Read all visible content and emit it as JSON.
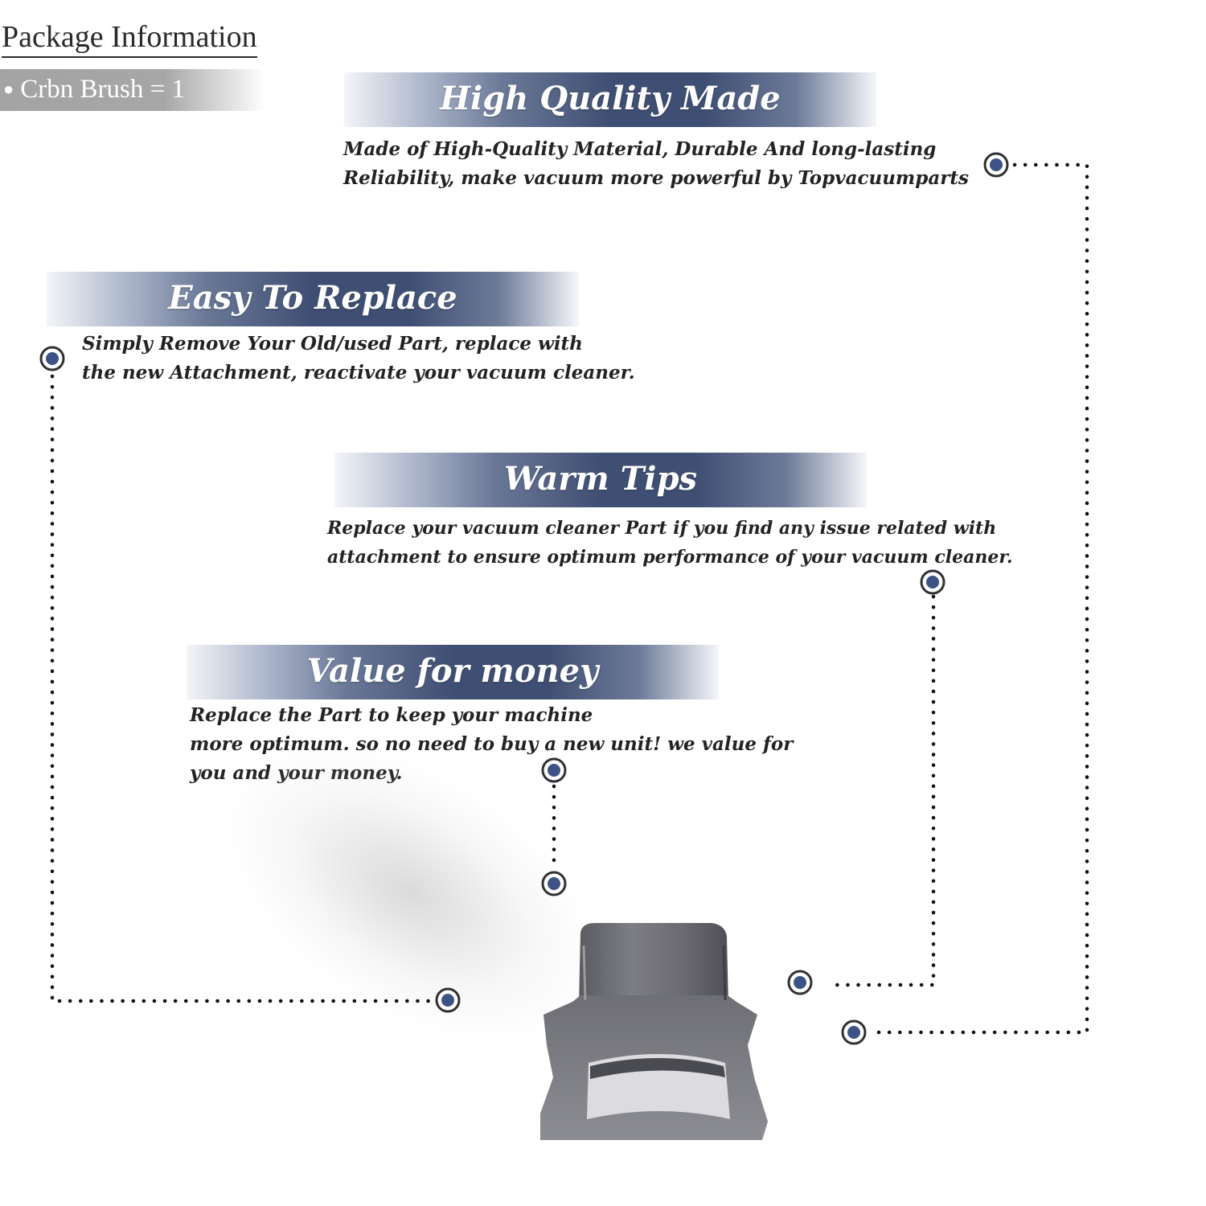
{
  "package_info": {
    "title": "Package Information",
    "item": "Crbn  Brush = 1"
  },
  "features": [
    {
      "title": "High Quality Made",
      "lines": [
        "Made of  High-Quality Material, Durable And long-lasting",
        "Reliability, make vacuum more powerful by Topvacuumparts"
      ]
    },
    {
      "title": "Easy To Replace",
      "lines": [
        "Simply Remove Your Old/used Part, replace with",
        "the new Attachment, reactivate your vacuum cleaner."
      ]
    },
    {
      "title": "Warm Tips",
      "lines": [
        "Replace your vacuum cleaner Part if you find any issue related with",
        " attachment to ensure optimum performance of your vacuum cleaner."
      ]
    },
    {
      "title": "Value for money",
      "lines": [
        "Replace the Part to keep your machine",
        "more optimum. so no need to buy a new unit! we value for",
        "you and your money."
      ]
    }
  ],
  "colors": {
    "banner_dark": "#3f4f73",
    "marker_fill": "#3d5386",
    "package_band": "#a7a7a7",
    "product_gray": "#6c6d72"
  },
  "icons": {
    "marker": "target-circle-icon",
    "bullet": "bullet-dot-icon"
  }
}
